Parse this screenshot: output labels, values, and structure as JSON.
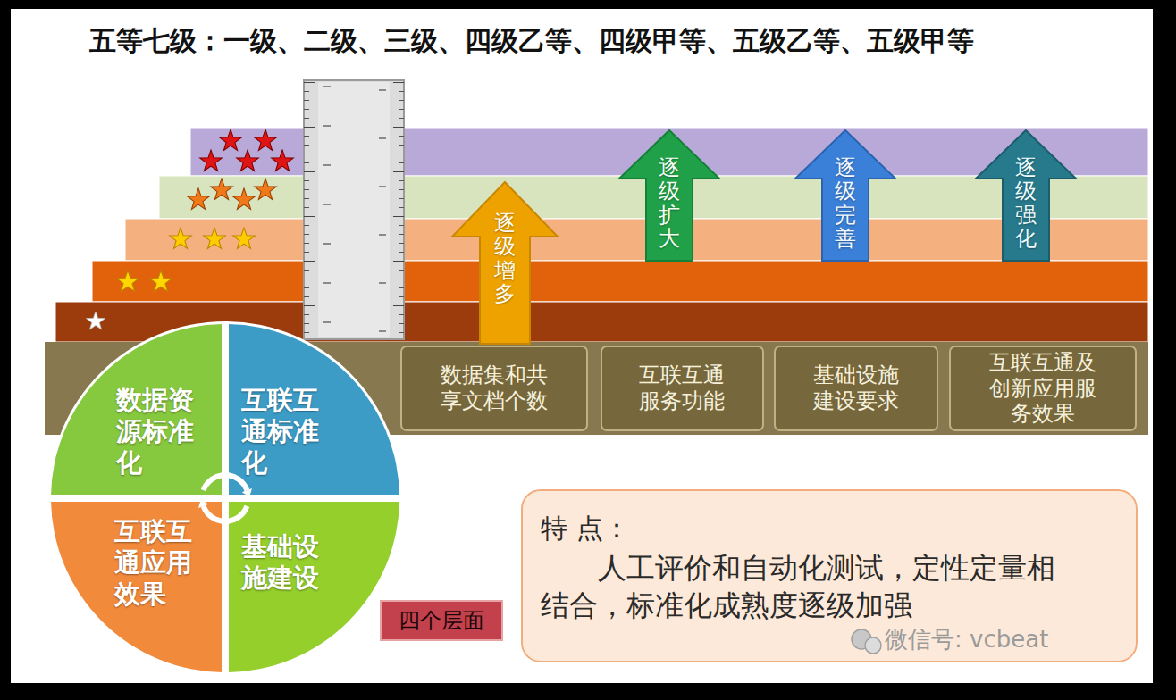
{
  "diagram": {
    "title": "五等七级：一级、二级、三级、四级乙等、四级甲等、五级乙等、五级甲等",
    "nodes": [
      {
        "text": [
          "逐级增多"
        ]
      },
      {
        "text": [
          "逐级扩大"
        ]
      },
      {
        "text": [
          "逐级完善"
        ]
      },
      {
        "text": [
          "逐级强化"
        ]
      },
      {
        "text": [
          "数据集和共享文档个数"
        ]
      },
      {
        "text": [
          "互联互通服务功能"
        ]
      },
      {
        "text": [
          "基础设施建设要求"
        ]
      },
      {
        "text": [
          "互联互通及创新应用服务效果"
        ]
      },
      {
        "text": [
          "数据资源标准化"
        ]
      },
      {
        "text": [
          "互联互通标准化"
        ]
      },
      {
        "text": [
          "互联互通应用效果"
        ]
      },
      {
        "text": [
          "基础设施建设"
        ]
      },
      {
        "text": [
          "四个层面"
        ]
      },
      {
        "text": [
          "特 点：",
          "人工评价和自动化测试，定性定量相结合，标准化成熟度逐级加强"
        ]
      }
    ],
    "labels": [
      "微信号: vcbeat"
    ]
  }
}
